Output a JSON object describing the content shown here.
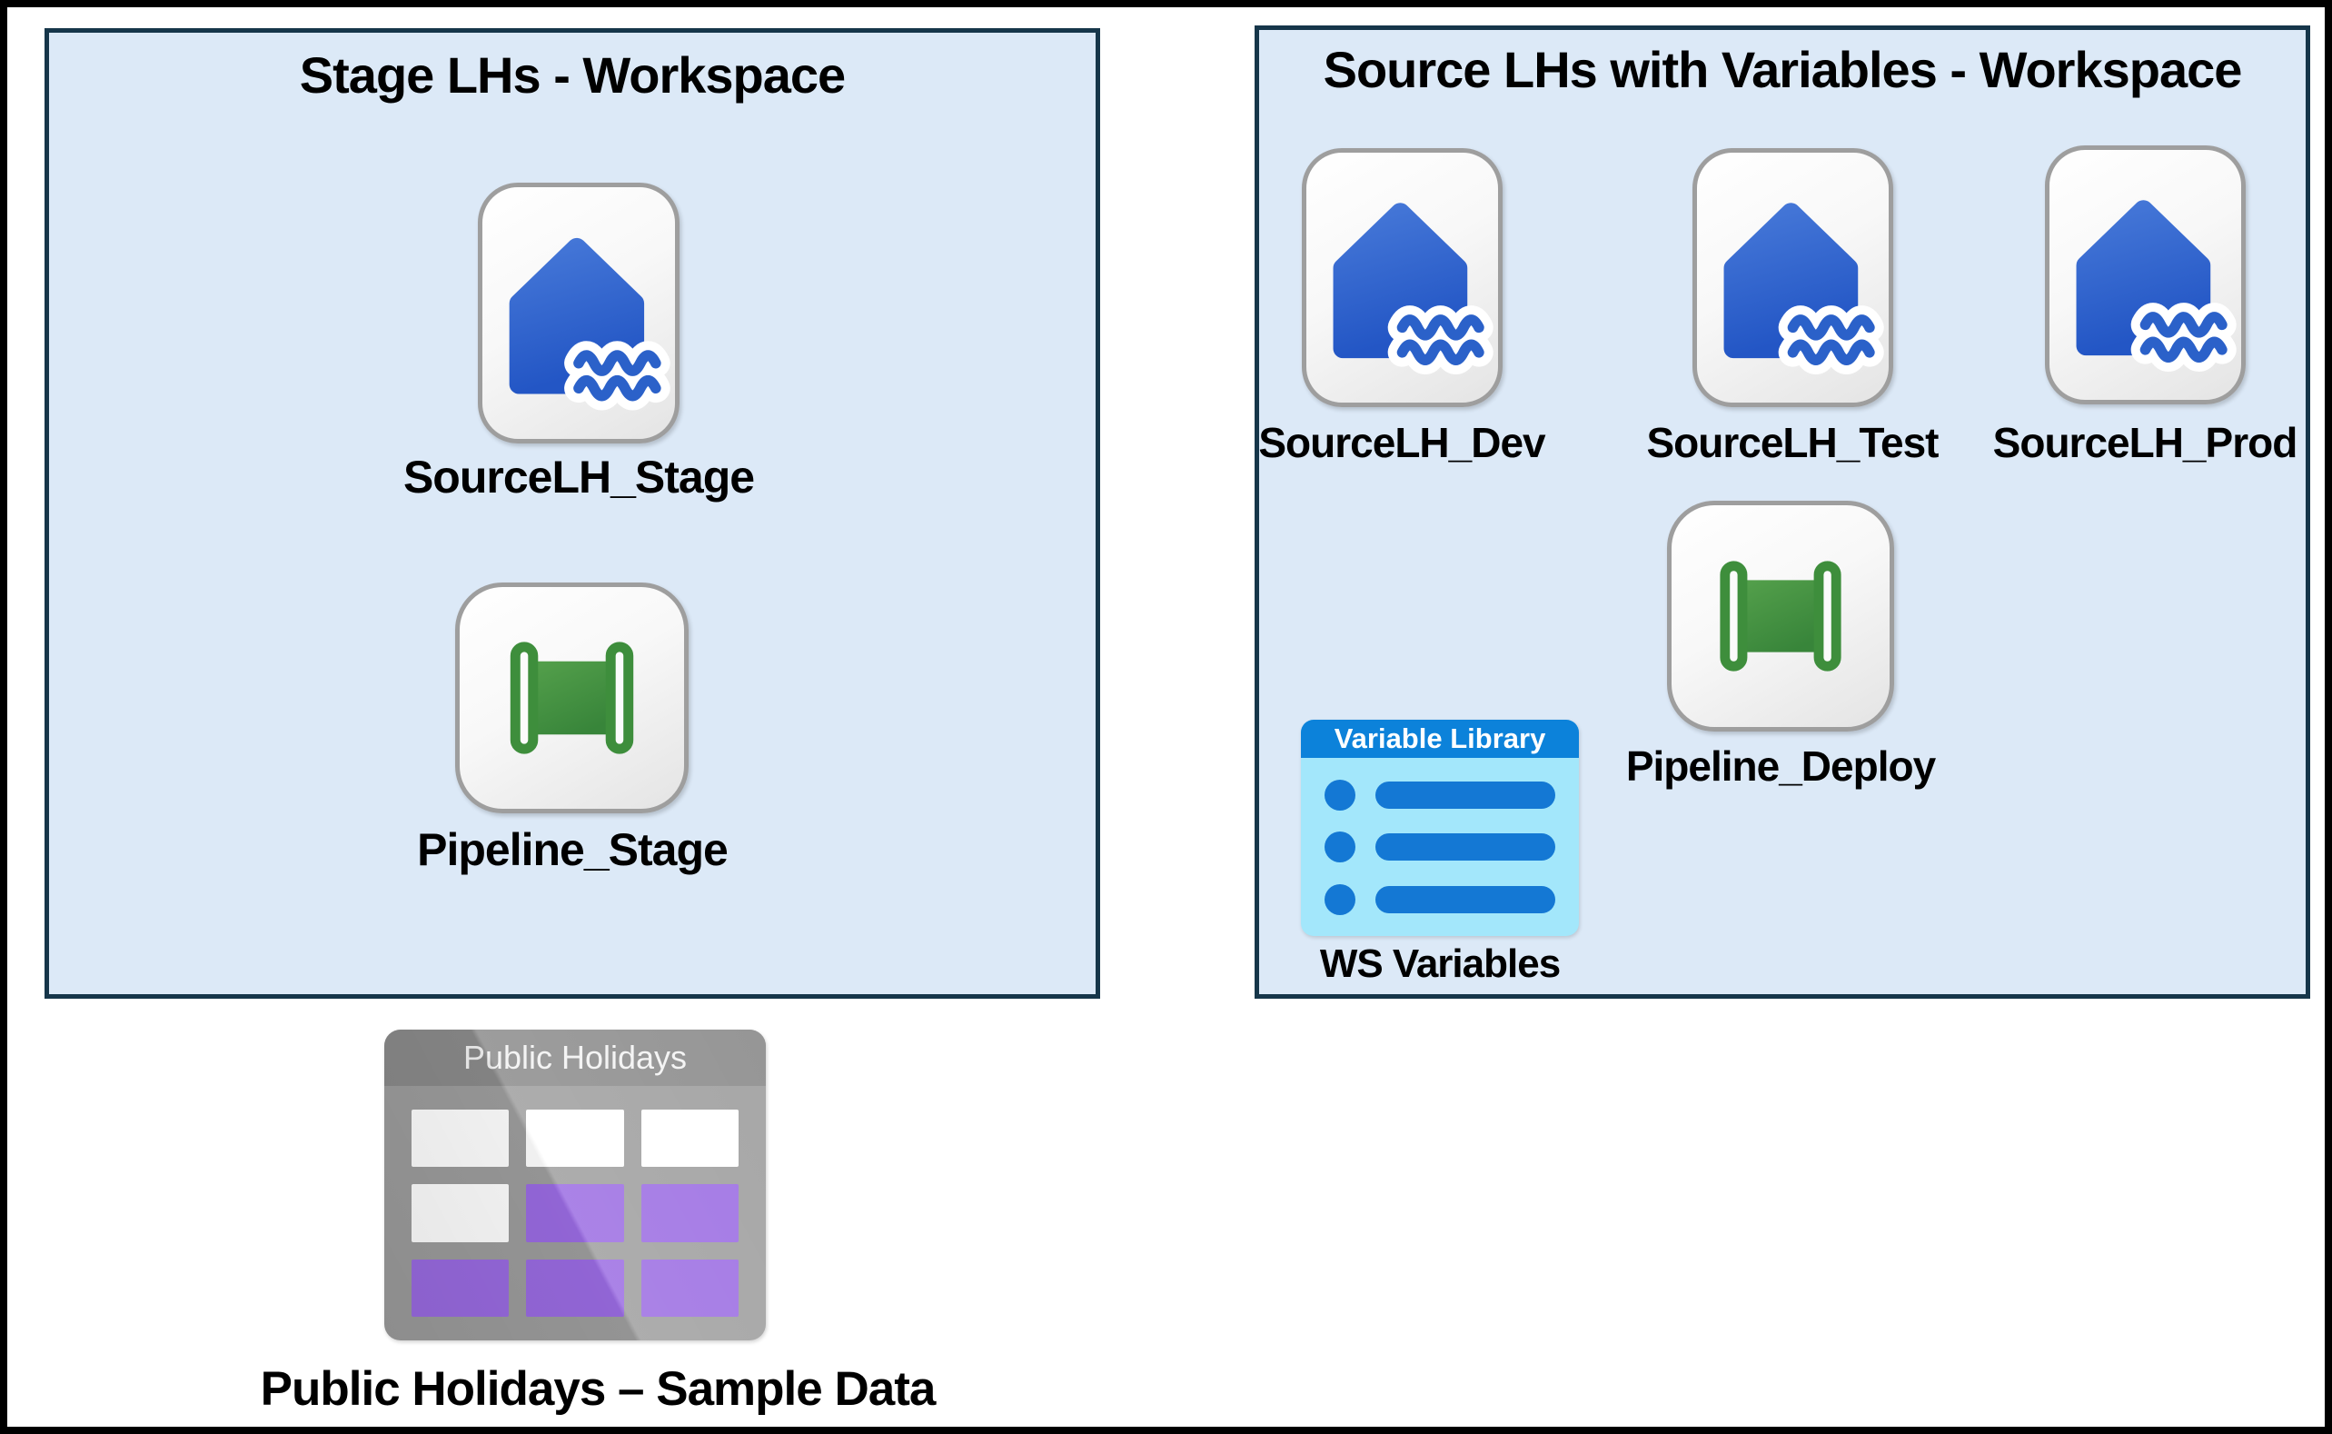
{
  "diagram": {
    "left_workspace": {
      "title": "Stage LHs - Workspace",
      "items": [
        {
          "label": "SourceLH_Stage",
          "icon": "lakehouse-icon"
        },
        {
          "label": "Pipeline_Stage",
          "icon": "pipeline-icon"
        }
      ]
    },
    "right_workspace": {
      "title": "Source LHs with Variables - Workspace",
      "items": [
        {
          "label": "SourceLH_Dev",
          "icon": "lakehouse-icon"
        },
        {
          "label": "SourceLH_Test",
          "icon": "lakehouse-icon"
        },
        {
          "label": "SourceLH_Prod",
          "icon": "lakehouse-icon"
        },
        {
          "label": "Pipeline_Deploy",
          "icon": "pipeline-icon"
        }
      ],
      "variable_library": {
        "header_label": "Variable Library",
        "label": "WS Variables",
        "icon": "variable-library-icon",
        "rows": 3
      }
    },
    "sample_data": {
      "icon_header": "Public Holidays",
      "label": "Public Holidays – Sample Data",
      "icon": "table-icon",
      "grid": [
        [
          "white",
          "white",
          "white"
        ],
        [
          "white",
          "purple",
          "purple"
        ],
        [
          "purple",
          "purple",
          "purple"
        ]
      ]
    }
  },
  "colors": {
    "workspace_bg": "#dce9f7",
    "workspace_border": "#16364a",
    "lakehouse_blue": "#2e62c9",
    "pipeline_green": "#459243",
    "variable_library_header_bg": "#0c82da",
    "variable_library_body_bg": "#a3e7fb",
    "variable_library_row_blue": "#1478d4",
    "table_gray": "#9d9d9d",
    "table_header_gray": "#8a8a8a",
    "table_purple": "#9a6be2",
    "label_text": "#000000",
    "tile_border": "#9e9e9e"
  }
}
